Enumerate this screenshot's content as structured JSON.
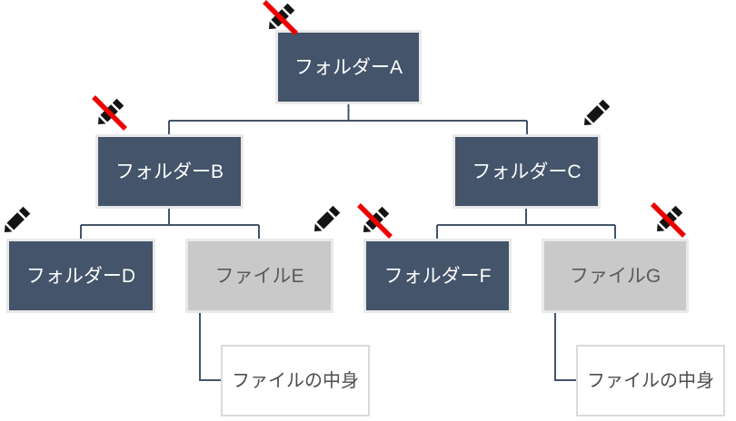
{
  "diagram_title": "folder-file-tree",
  "colors": {
    "background": "#FFFFFF",
    "folder_fill": "#44546A",
    "folder_text": "#FFFFFF",
    "file_fill": "#C9C9C9",
    "file_text": "#595959",
    "node_border": "#E9E9E9",
    "content_fill": "#FFFFFF",
    "content_border": "#DADADA",
    "content_text": "#4D4D4D",
    "connector": "#44546A",
    "pencil": "#141414",
    "cross": "#EE0000"
  },
  "nodes": {
    "a": {
      "label": "フォルダーA",
      "type": "folder",
      "edit_icon": "pencil-crossed",
      "icon_side": "left"
    },
    "b": {
      "label": "フォルダーB",
      "type": "folder",
      "edit_icon": "pencil-crossed",
      "icon_side": "left"
    },
    "c": {
      "label": "フォルダーC",
      "type": "folder",
      "edit_icon": "pencil",
      "icon_side": "right"
    },
    "d": {
      "label": "フォルダーD",
      "type": "folder",
      "edit_icon": "pencil",
      "icon_side": "left"
    },
    "e": {
      "label": "ファイルE",
      "type": "file",
      "edit_icon": "pencil",
      "icon_side": "right"
    },
    "f": {
      "label": "フォルダーF",
      "type": "folder",
      "edit_icon": "pencil-crossed",
      "icon_side": "left"
    },
    "g": {
      "label": "ファイルG",
      "type": "file",
      "edit_icon": "pencil-crossed",
      "icon_side": "right"
    },
    "e_content": {
      "label": "ファイルの中身",
      "type": "file-content",
      "parent": "e"
    },
    "g_content": {
      "label": "ファイルの中身",
      "type": "file-content",
      "parent": "g"
    }
  },
  "edges": [
    "a-b",
    "a-c",
    "b-d",
    "b-e",
    "c-f",
    "c-g",
    "e-e_content",
    "g-g_content"
  ]
}
